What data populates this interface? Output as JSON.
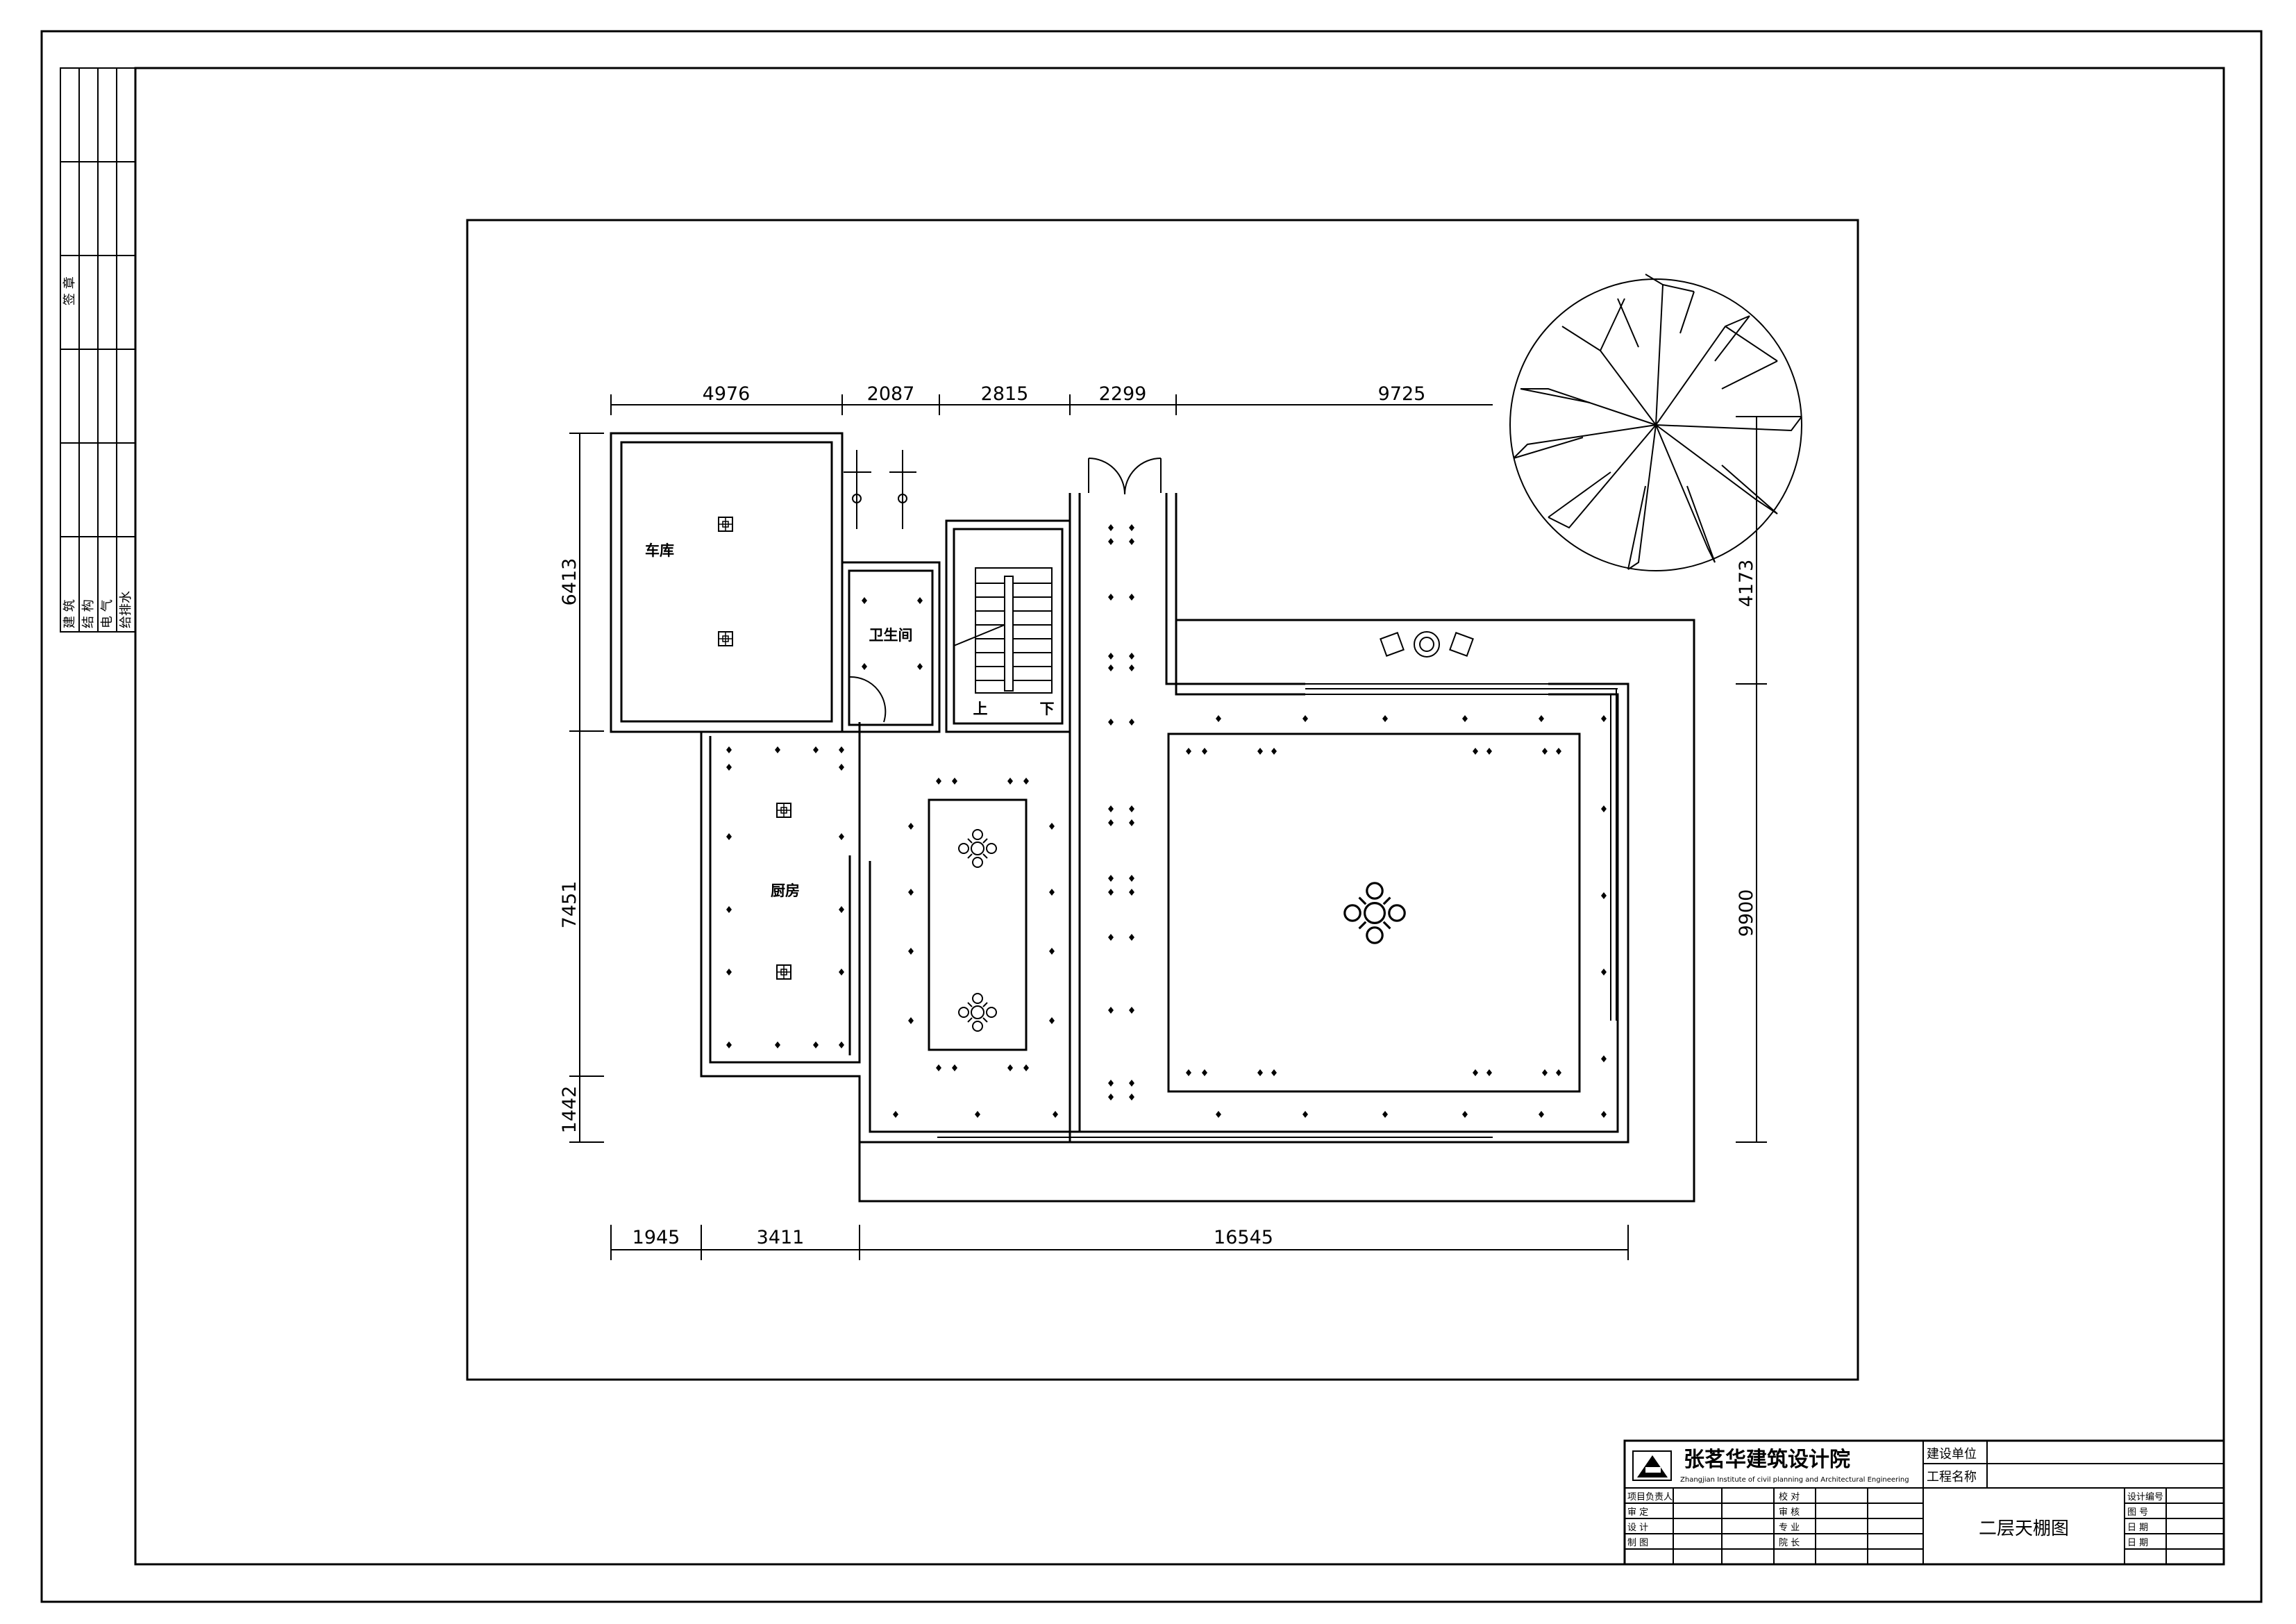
{
  "drawing": {
    "title": "二层天棚图",
    "dimensions_top": [
      "4976",
      "2087",
      "2815",
      "2299",
      "9725"
    ],
    "dimensions_bottom": [
      "1945",
      "3411",
      "16545"
    ],
    "dimensions_left": [
      "6413",
      "7451",
      "1442"
    ],
    "dimensions_right": [
      "4173",
      "9900"
    ],
    "rooms": {
      "garage": "车库",
      "bathroom": "卫生间",
      "kitchen": "厨房"
    },
    "stair": {
      "up": "上",
      "down": "下"
    }
  },
  "title_block": {
    "company_name": "张茗华建筑设计院",
    "company_english": "Zhangjian Institute of civil planning and Architectural Engineering",
    "owner_label": "建设单位",
    "project_label": "工程名称",
    "sheet_title": "二层天棚图",
    "row_labels_left": [
      "项目负责人",
      "审 定",
      "设 计",
      "制 图"
    ],
    "row_labels_mid": [
      "校 对",
      "审 核",
      "专 业",
      "院 长"
    ],
    "row_labels_right": [
      "设计编号",
      "图 号",
      "日 期",
      "日 期"
    ]
  },
  "margin_stamp": {
    "labels_top": [
      "签 章"
    ],
    "labels_bottom": [
      "建 筑",
      "结 构",
      "电 气",
      "给排水"
    ]
  }
}
